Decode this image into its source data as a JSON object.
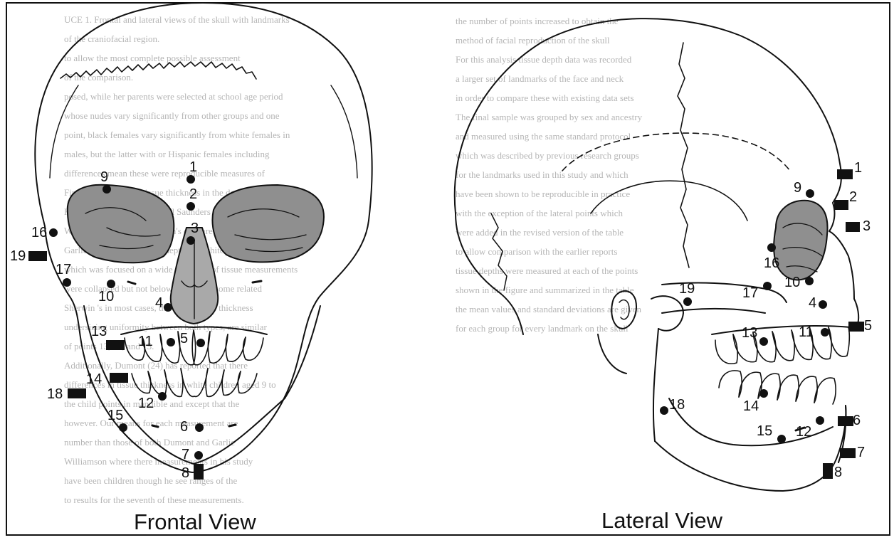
{
  "figure": {
    "captions": {
      "frontal": "Frontal View",
      "lateral": "Lateral View"
    },
    "frontal_landmarks": [
      "1",
      "2",
      "3",
      "4",
      "5",
      "6",
      "7",
      "8",
      "9",
      "10",
      "11",
      "12",
      "13",
      "14",
      "15",
      "16",
      "17",
      "18",
      "19"
    ],
    "lateral_landmarks": [
      "1",
      "2",
      "3",
      "4",
      "5",
      "6",
      "7",
      "8",
      "9",
      "10",
      "11",
      "12",
      "13",
      "14",
      "15",
      "16",
      "17",
      "18",
      "19"
    ],
    "colors": {
      "ink": "#111111",
      "orbit_fill": "#8f8f8f",
      "nasal_fill": "#a9a9a9",
      "bleed_text": "#b5b5b5"
    }
  },
  "bleed_through": [
    "UCE 1. Frontal and lateral views of the skull with landmarks",
    "of the craniofacial region.",
    "to allow the most complete possible assessment",
    "of the comparison.",
    "posed, while her parents were selected at school age period",
    "whose nudes vary significantly from other groups and one",
    "point, black females vary significantly from white females in",
    "males, but the latter with or Hispanic females including",
    "differences mean these were reproducible measures of",
    "Finally, for children, tissue thickness in the data on",
    "Hodson et al. (22), Garlie and Saunders (23), and",
    "Williamson (20). The children's data are ranked by",
    "Garlie and Saunders tissue depth and white children",
    "which was focused on a wide sampling of tissue measurements",
    "were collapsed but not below age 5, and some related",
    "Sherwin 's in most cases, the depth tissue thickness",
    "undersizing uniformity between both types, are similar",
    "of points 13, 14, and 15.",
    "Additionally, Dumont (24) has reported that there",
    "differences in tissue thickness in white children aged 9 to",
    "the child points in mandible and except that the",
    "however. Our means for each measurement are",
    "number than those of both Dumont and Garlie",
    "Williamson where there measurements in his study",
    "have been children though he see ranges of the",
    "to results for the seventh of these measurements.",
    "the number of points increased to obtain the",
    "method of facial reproduction of the skull",
    "For this analysis tissue depth data was recorded",
    "a larger set of landmarks of the face and neck",
    "in order to compare these with existing data sets",
    "The final sample was grouped by sex and ancestry",
    "and measured using the same standard protocol",
    "which was described by previous research groups",
    "for the landmarks used in this study and which",
    "have been shown to be reproducible in practice",
    "with the exception of the lateral points which",
    "were added in the revised version of the table",
    "to allow comparison with the earlier reports",
    "tissue depths were measured at each of the points",
    "shown in the figure and summarized in the table",
    "the mean values and standard deviations are given",
    "for each group for every landmark on the skull"
  ]
}
